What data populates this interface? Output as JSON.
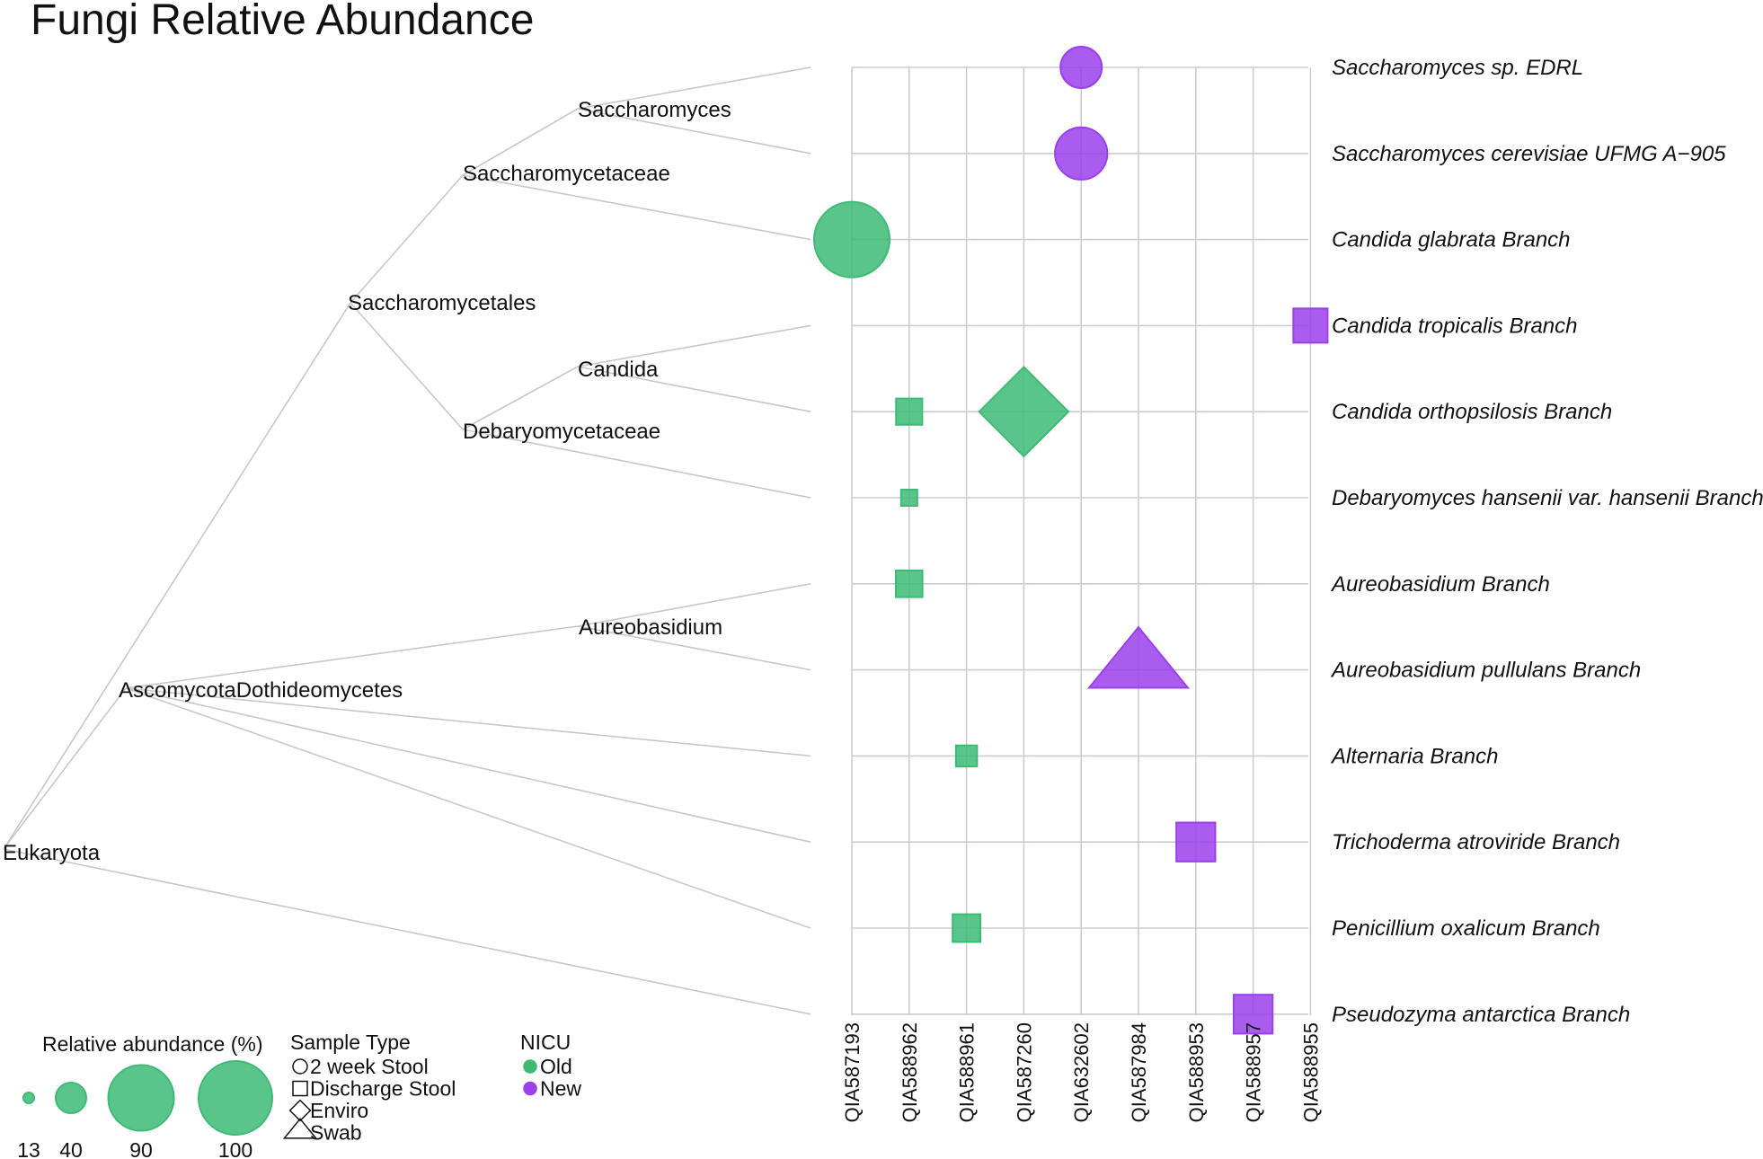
{
  "chart_data": {
    "type": "scatter",
    "title": "Fungi Relative Abundance",
    "samples": [
      "QIA587193",
      "QIA588962",
      "QIA588961",
      "QIA587260",
      "QIA632602",
      "QIA587984",
      "QIA588953",
      "QIA588957",
      "QIA588955"
    ],
    "species": [
      "Saccharomyces sp. EDRL",
      "Saccharomyces cerevisiae UFMG A−905",
      "Candida glabrata Branch",
      "Candida tropicalis Branch",
      "Candida orthopsilosis Branch",
      "Debaryomyces hansenii var. hansenii Branch",
      "Aureobasidium Branch",
      "Aureobasidium pullulans Branch",
      "Alternaria Branch",
      "Trichoderma atroviride Branch",
      "Penicillium oxalicum Branch",
      "Pseudozyma antarctica Branch"
    ],
    "tree_nodes": [
      "Saccharomyces",
      "Saccharomycetaceae",
      "Saccharomycetales",
      "Candida",
      "Debaryomycetaceae",
      "Aureobasidium",
      "AscomycotaDothideomycetes",
      "Eukaryota"
    ],
    "points": [
      {
        "species": "Saccharomyces sp. EDRL",
        "sample": "QIA632602",
        "abundance": 30,
        "sample_type": "2 week Stool",
        "nicu": "New"
      },
      {
        "species": "Saccharomyces cerevisiae UFMG A−905",
        "sample": "QIA632602",
        "abundance": 48,
        "sample_type": "2 week Stool",
        "nicu": "New"
      },
      {
        "species": "Candida glabrata Branch",
        "sample": "QIA587193",
        "abundance": 100,
        "sample_type": "2 week Stool",
        "nicu": "Old"
      },
      {
        "species": "Candida tropicalis Branch",
        "sample": "QIA588955",
        "abundance": 58,
        "sample_type": "Discharge Stool",
        "nicu": "New"
      },
      {
        "species": "Candida orthopsilosis Branch",
        "sample": "QIA588962",
        "abundance": 34,
        "sample_type": "Discharge Stool",
        "nicu": "Old"
      },
      {
        "species": "Candida orthopsilosis Branch",
        "sample": "QIA587260",
        "abundance": 100,
        "sample_type": "Enviro",
        "nicu": "Old"
      },
      {
        "species": "Debaryomyces hansenii var. hansenii Branch",
        "sample": "QIA588962",
        "abundance": 13,
        "sample_type": "Discharge Stool",
        "nicu": "Old"
      },
      {
        "species": "Aureobasidium Branch",
        "sample": "QIA588962",
        "abundance": 35,
        "sample_type": "Discharge Stool",
        "nicu": "Old"
      },
      {
        "species": "Aureobasidium pullulans Branch",
        "sample": "QIA587984",
        "abundance": 100,
        "sample_type": "Swab",
        "nicu": "New"
      },
      {
        "species": "Alternaria Branch",
        "sample": "QIA588961",
        "abundance": 22,
        "sample_type": "Discharge Stool",
        "nicu": "Old"
      },
      {
        "species": "Trichoderma atroviride Branch",
        "sample": "QIA588953",
        "abundance": 75,
        "sample_type": "Discharge Stool",
        "nicu": "New"
      },
      {
        "species": "Penicillium oxalicum Branch",
        "sample": "QIA588961",
        "abundance": 38,
        "sample_type": "Discharge Stool",
        "nicu": "Old"
      },
      {
        "species": "Pseudozyma antarctica Branch",
        "sample": "QIA588957",
        "abundance": 75,
        "sample_type": "Discharge Stool",
        "nicu": "New"
      }
    ],
    "legend": {
      "size_title": "Relative abundance (%)",
      "size_values": [
        "13",
        "40",
        "90",
        "100"
      ],
      "shape_title": "Sample Type",
      "shape_items": [
        {
          "label": "2 week Stool",
          "shape": "circle"
        },
        {
          "label": "Discharge Stool",
          "shape": "square"
        },
        {
          "label": "Enviro",
          "shape": "diamond"
        },
        {
          "label": "Swab",
          "shape": "triangle"
        }
      ],
      "color_title": "NICU",
      "color_items": [
        {
          "label": "Old",
          "color": "#3dbb76"
        },
        {
          "label": "New",
          "color": "#9b40ec"
        }
      ]
    }
  }
}
